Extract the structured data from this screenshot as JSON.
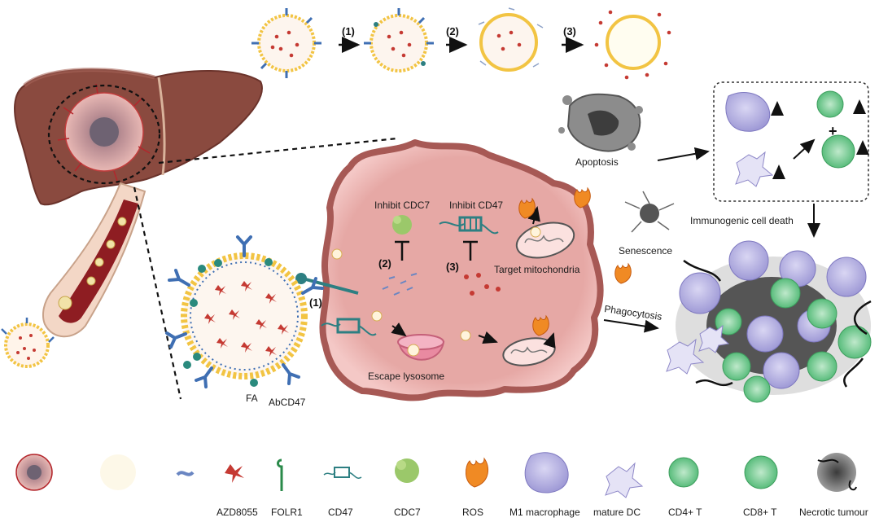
{
  "top_steps": [
    "(1)",
    "(2)",
    "(3)"
  ],
  "cell": {
    "step1": "(1)",
    "step2": "(2)",
    "step3": "(3)",
    "inhibit_cdc7": "Inhibit CDC7",
    "inhibit_cd47": "Inhibit CD47",
    "target_mito": "Target mitochondria",
    "escape_lyso": "Escape lysosome"
  },
  "nano": {
    "fa": "FA",
    "abcd47": "AbCD47"
  },
  "outcomes": {
    "apoptosis": "Apoptosis",
    "senescence": "Senescence",
    "phagocytosis": "Phagocytosis",
    "icd": "Immunogenic cell death"
  },
  "legend": [
    {
      "label": "",
      "icon": "tumor-icon"
    },
    {
      "label": "",
      "icon": "nanoparticle-icon"
    },
    {
      "label": "",
      "icon": "fa-icon"
    },
    {
      "label": "AZD8055",
      "icon": "azd8055-icon"
    },
    {
      "label": "FOLR1",
      "icon": "folr1-icon"
    },
    {
      "label": "CD47",
      "icon": "cd47-icon"
    },
    {
      "label": "CDC7",
      "icon": "cdc7-icon"
    },
    {
      "label": "ROS",
      "icon": "ros-icon"
    },
    {
      "label": "M1 macrophage",
      "icon": "m1-macrophage-icon"
    },
    {
      "label": "mature DC",
      "icon": "mature-dc-icon"
    },
    {
      "label": "CD4+ T",
      "icon": "cd4-t-icon"
    },
    {
      "label": "CD8+ T",
      "icon": "cd8-t-icon"
    },
    {
      "label": "Necrotic tumour",
      "icon": "necrotic-tumour-icon"
    }
  ],
  "colors": {
    "liver": "#8a4a3f",
    "cell": "#e6a8a5",
    "cell_border": "#a75955",
    "shell": "#f2c443",
    "drug": "#c53a33",
    "antibody": "#3f6fb3",
    "macrophage": "#b9b5e5",
    "tcell": "#7ccf96",
    "ros": "#f08a24"
  }
}
